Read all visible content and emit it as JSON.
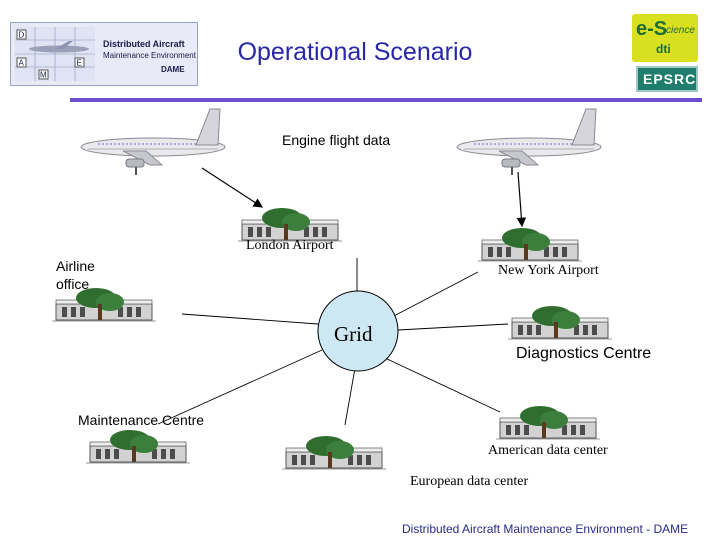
{
  "header": {
    "title": "Operational Scenario",
    "logo_dame": {
      "line1": "Distributed Aircraft",
      "line2": "Maintenance Environment",
      "line3": "DAME",
      "grid_letters": [
        "D",
        "A",
        "E",
        "M"
      ]
    },
    "logo_escience": {
      "e": "e-S",
      "science": "cience",
      "dti": "dti"
    },
    "logo_epsrc": "EPSRC"
  },
  "diagram": {
    "engine_flight_data": "Engine flight data",
    "london_airport": "London Airport",
    "airline_office_line1": "Airline",
    "airline_office_line2": "office",
    "new_york_airport": "New York Airport",
    "grid": "Grid",
    "diagnostics_centre": "Diagnostics Centre",
    "maintenance_centre": "Maintenance Centre",
    "american_data_center": "American data center",
    "european_data_center": "European data center"
  },
  "footer": "Distributed Aircraft Maintenance Environment - DAME",
  "colors": {
    "title": "#2727a8",
    "underline": "#6b4fd0",
    "grid_fill": "#cde8f2",
    "building": "#cfcfcf",
    "trees": "#2f6e2f",
    "escience_bg": "#d8e020",
    "epsrc_bg": "#1f7d6c"
  }
}
